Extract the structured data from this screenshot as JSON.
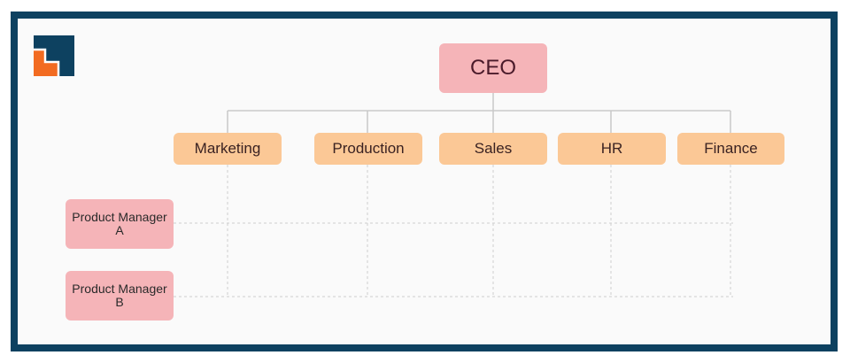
{
  "org_chart": {
    "ceo": "CEO",
    "departments": [
      "Marketing",
      "Production",
      "Sales",
      "HR",
      "Finance"
    ],
    "product_managers": [
      "Product Manager\nA",
      "Product Manager\nB"
    ]
  },
  "colors": {
    "frame": "#0d4160",
    "ceo_box": "#f5b4b8",
    "department_box": "#fbc896",
    "manager_box": "#f5b4b8",
    "logo_navy": "#0d4160",
    "logo_orange": "#f26b21"
  },
  "logo": {
    "icon": "brand-logo-icon"
  }
}
